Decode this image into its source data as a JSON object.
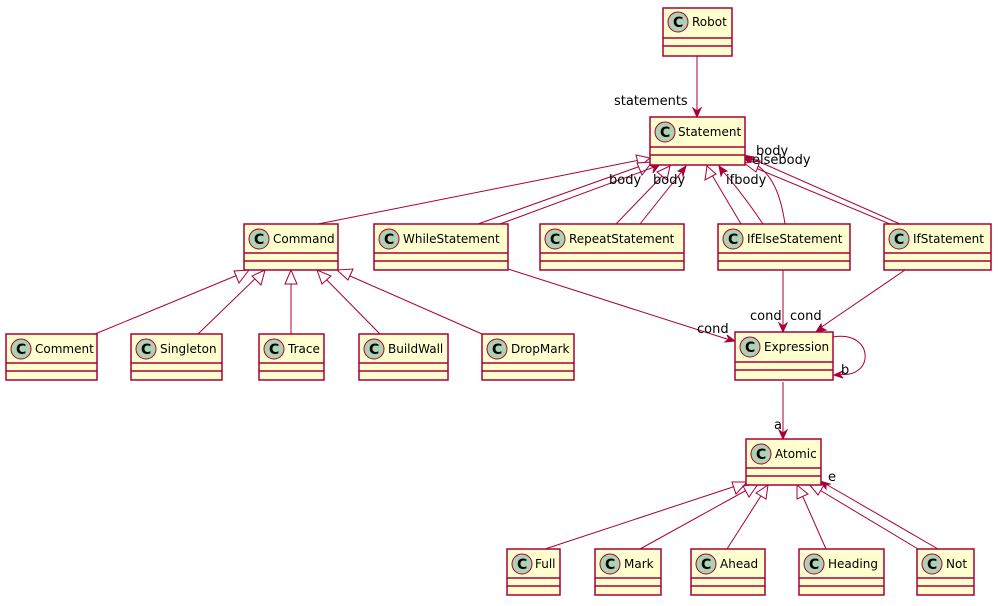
{
  "classes": {
    "robot": "Robot",
    "statement": "Statement",
    "command": "Command",
    "while": "WhileStatement",
    "repeat": "RepeatStatement",
    "ifelse": "IfElseStatement",
    "if": "IfStatement",
    "comment": "Comment",
    "singleton": "Singleton",
    "trace": "Trace",
    "buildwall": "BuildWall",
    "dropmark": "DropMark",
    "expression": "Expression",
    "atomic": "Atomic",
    "full": "Full",
    "mark": "Mark",
    "ahead": "Ahead",
    "heading": "Heading",
    "not": "Not"
  },
  "stereotype_letter": "C",
  "labels": {
    "statements": "statements",
    "body_while": "body",
    "body_repeat": "body",
    "ifbody": "ifbody",
    "body_if": "body",
    "elsebody": "elsebody",
    "cond_while": "cond",
    "cond_ifelse": "cond",
    "cond_if": "cond",
    "b": "b",
    "a": "a",
    "e": "e"
  },
  "colors": {
    "class_fill": "#FEFECE",
    "border": "#A80036",
    "circle": "#ADD1B2"
  }
}
